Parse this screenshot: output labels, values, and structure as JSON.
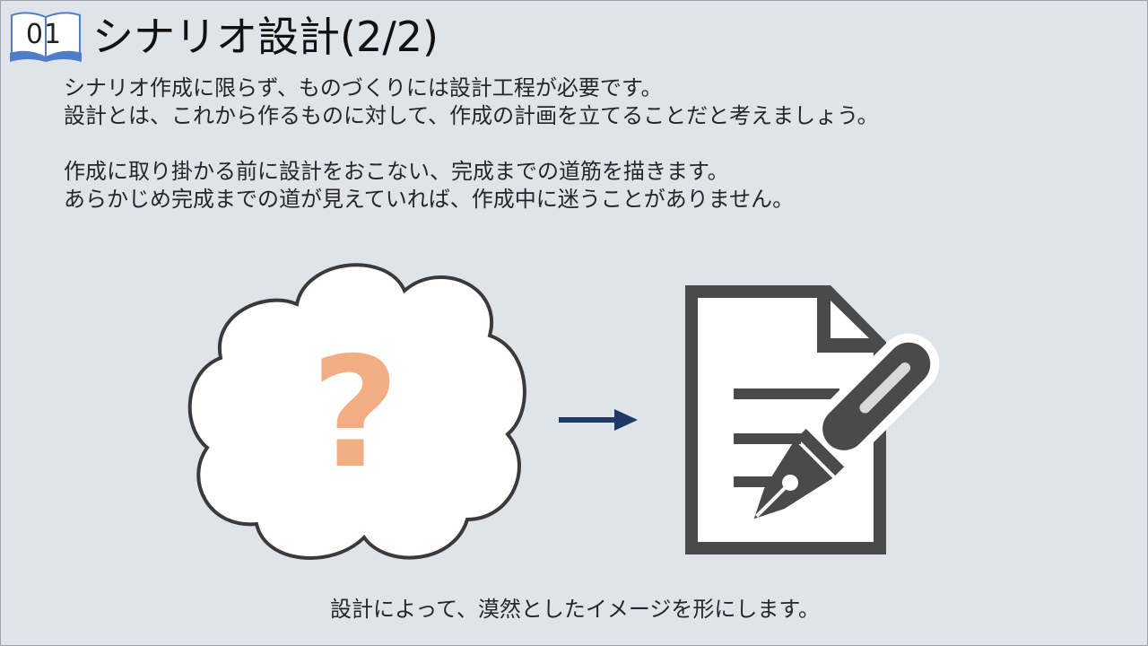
{
  "header": {
    "section_number": "01",
    "title": "シナリオ設計(2/2)"
  },
  "body": {
    "paragraphs": [
      "シナリオ作成に限らず、ものづくりには設計工程が必要です。",
      "設計とは、これから作るものに対して、作成の計画を立てることだと考えましょう。",
      "作成に取り掛かる前に設計をおこない、完成までの道筋を描きます。",
      "あらかじめ完成までの道が見えていれば、作成中に迷うことがありません。"
    ]
  },
  "illustration": {
    "question_mark": "?",
    "colors": {
      "question": "#f3ad82",
      "arrow": "#203864",
      "document": "#4a4a4a",
      "cloud_outline": "#3a3a3a"
    },
    "icons": [
      "thought-cloud-icon",
      "arrow-right-icon",
      "document-with-pen-icon"
    ]
  },
  "caption": "設計によって、漠然としたイメージを形にします。",
  "colors": {
    "background": "#dfe3ea",
    "badge_book": "#4f7ec7"
  }
}
